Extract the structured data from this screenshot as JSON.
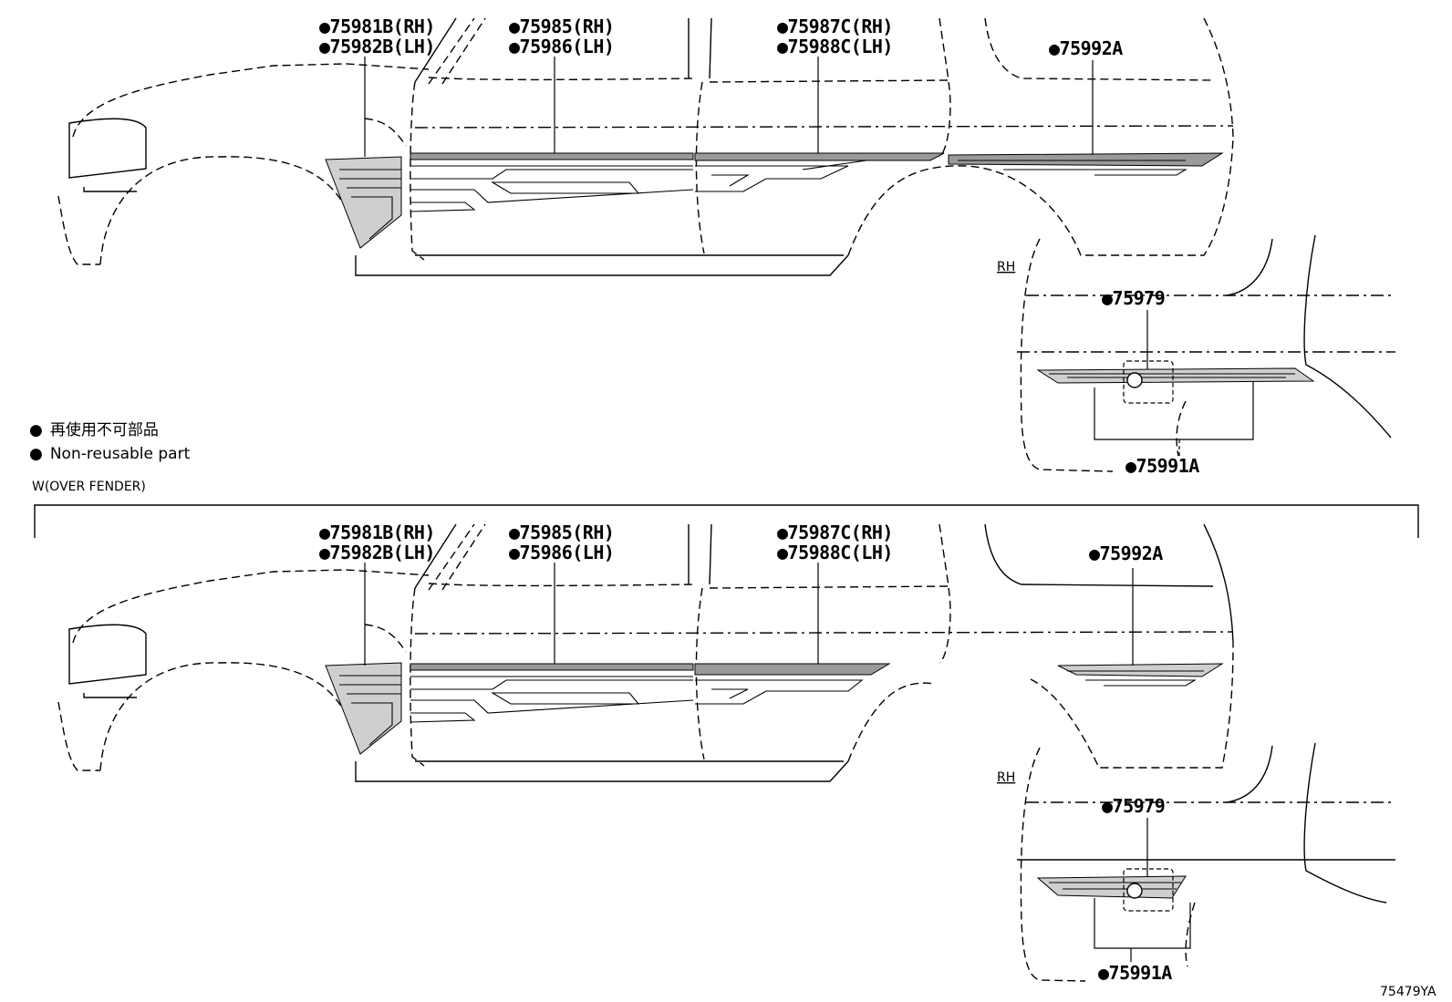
{
  "notes": {
    "bullet": "●",
    "japanese": "再使用不可部品",
    "english": "Non-reusable part"
  },
  "section_label": "W(OVER FENDER)",
  "figure_id": "75479YA",
  "upper": {
    "labels": {
      "p75981b": "●75981B(RH)",
      "p75982b": "●75982B(LH)",
      "p75985": "●75985(RH)",
      "p75986": "●75986(LH)",
      "p75987c": "●75987C(RH)",
      "p75988c": "●75988C(LH)",
      "p75992a": "●75992A"
    },
    "detail": {
      "rh": "RH",
      "p75979": "●75979",
      "p75991a": "●75991A"
    }
  },
  "lower": {
    "labels": {
      "p75981b": "●75981B(RH)",
      "p75982b": "●75982B(LH)",
      "p75985": "●75985(RH)",
      "p75986": "●75986(LH)",
      "p75987c": "●75987C(RH)",
      "p75988c": "●75988C(LH)",
      "p75992a": "●75992A"
    },
    "detail": {
      "rh": "RH",
      "p75979": "●75979",
      "p75991a": "●75991A"
    }
  }
}
